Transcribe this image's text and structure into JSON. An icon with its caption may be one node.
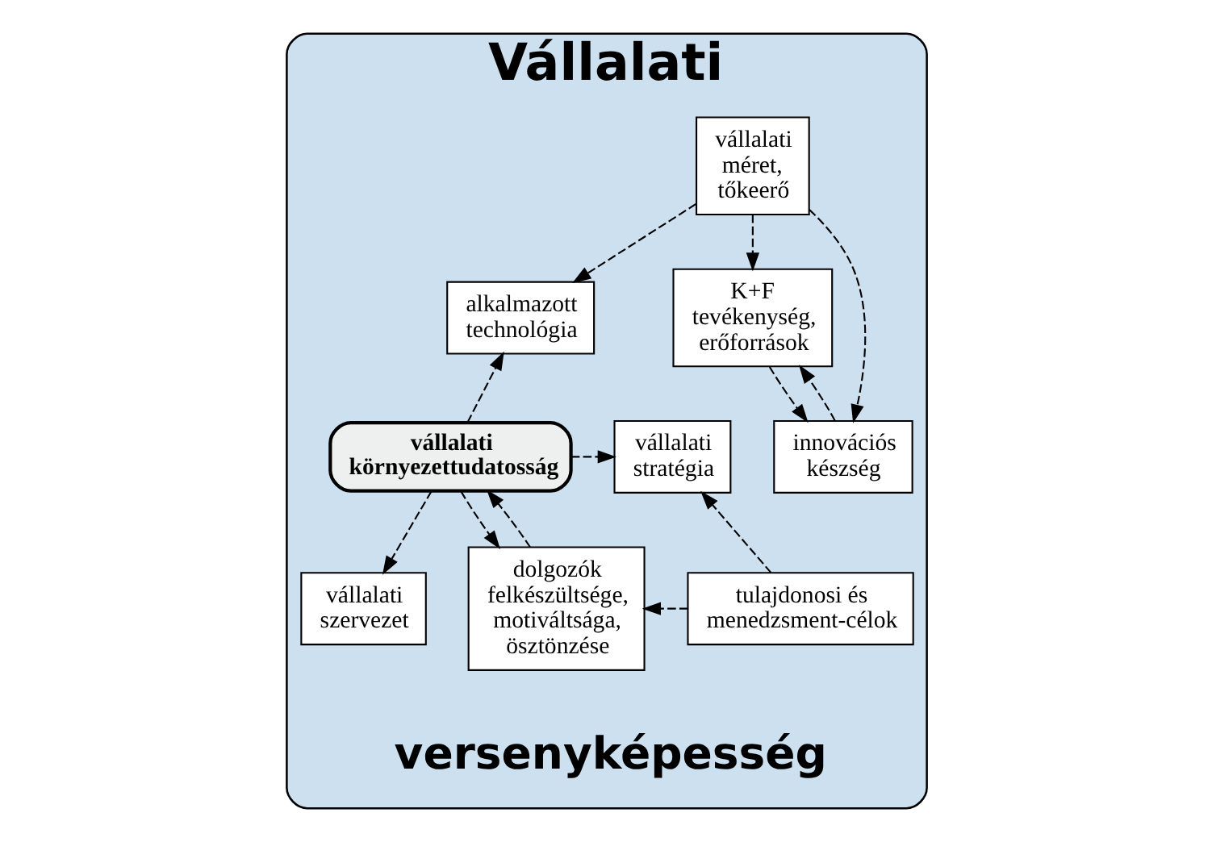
{
  "diagram": {
    "nodes": [
      {
        "text": [
          "Vállalati",
          "versenyképesség"
        ]
      },
      {
        "text": [
          "vállalati méret, tőkeerő"
        ],
        "in": 0
      },
      {
        "text": [
          "alkalmazott technológia"
        ],
        "in": 0
      },
      {
        "text": [
          "K+F tevékenység, erőforrások"
        ],
        "in": 0
      },
      {
        "text": [
          "vállalati stratégia"
        ],
        "in": 0
      },
      {
        "text": [
          "vállalati környezettudatosság"
        ],
        "in": 0
      },
      {
        "text": [
          "innovációs készség"
        ],
        "in": 0
      },
      {
        "text": [
          "tulajdonosi és menedzsment-célok"
        ],
        "in": 0
      },
      {
        "text": [
          "dolgozók felkészültsége, motiváltsága, ösztönzése"
        ],
        "in": 0
      },
      {
        "text": [
          "vállalati szervezet"
        ],
        "in": 0
      }
    ],
    "edges": [
      {
        "from": 1,
        "to": 2,
        "arrow": "to",
        "style": "dashed"
      },
      {
        "from": 1,
        "to": 3,
        "arrow": "to",
        "style": "dashed"
      },
      {
        "from": 1,
        "to": 6,
        "arrow": "to",
        "style": "dashed"
      },
      {
        "from": 5,
        "to": 2,
        "arrow": "to",
        "style": "dashed"
      },
      {
        "from": 5,
        "to": 4,
        "arrow": "to",
        "style": "dashed"
      },
      {
        "from": 5,
        "to": 9,
        "arrow": "to",
        "style": "dashed"
      },
      {
        "from": 8,
        "to": 5,
        "arrow": "to",
        "style": "dashed"
      },
      {
        "from": 5,
        "to": 8,
        "arrow": "to",
        "style": "dashed"
      },
      {
        "from": 6,
        "to": 3,
        "arrow": "to",
        "style": "dashed"
      },
      {
        "from": 3,
        "to": 6,
        "arrow": "to",
        "style": "dashed"
      },
      {
        "from": 7,
        "to": 4,
        "arrow": "to",
        "style": "dashed"
      },
      {
        "from": 7,
        "to": 8,
        "arrow": "to",
        "style": "dashed"
      }
    ]
  }
}
